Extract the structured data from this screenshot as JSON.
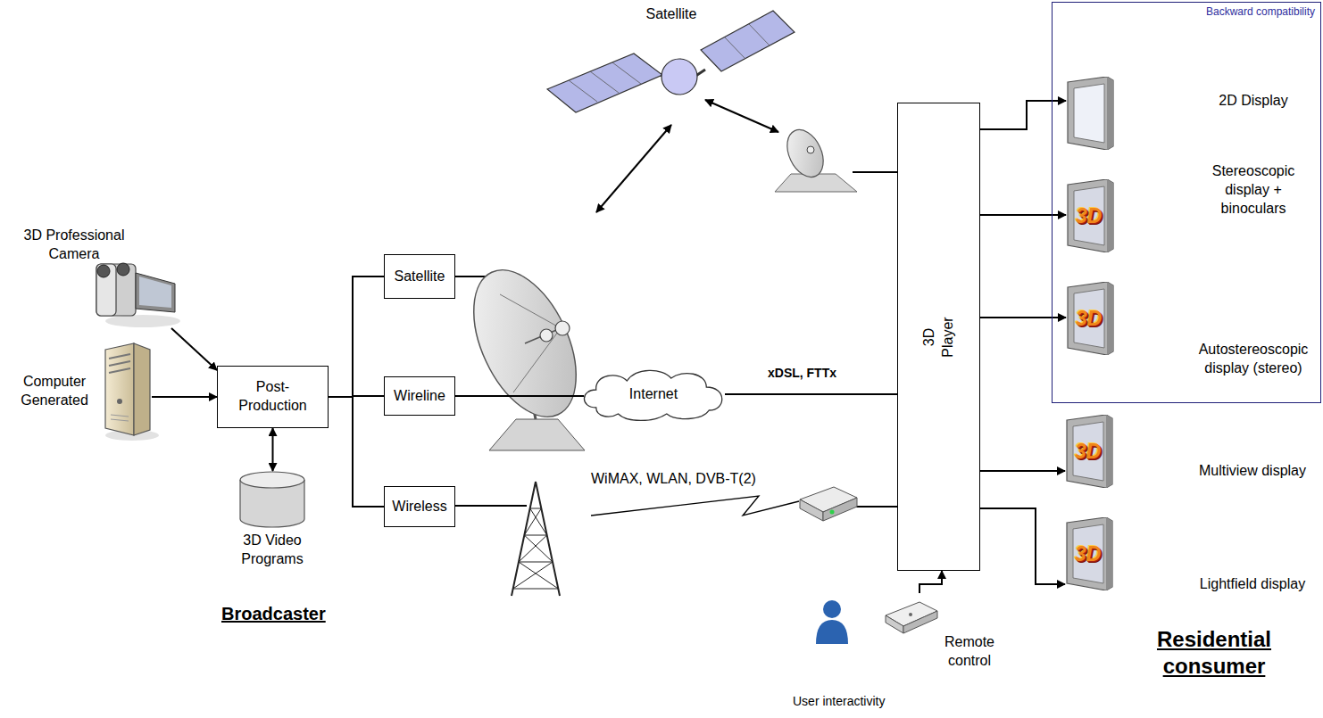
{
  "diagram": {
    "nodes": [
      {
        "text": [
          "Satellite"
        ]
      },
      {
        "text": [
          "Backward compatibility"
        ]
      },
      {
        "text": [
          "2D Display"
        ],
        "in": 1
      },
      {
        "text": [
          "3D",
          "Stereoscopic display + binoculars"
        ],
        "in": 1
      },
      {
        "text": [
          "3D",
          "Autostereoscopic display (stereo)"
        ],
        "in": 1
      },
      {
        "text": [
          "3D Professional Camera"
        ]
      },
      {
        "text": [
          "Computer Generated"
        ]
      },
      {
        "text": [
          "Satellite"
        ]
      },
      {
        "text": [
          "Post- Production"
        ]
      },
      {
        "text": [
          "Wireline"
        ]
      },
      {
        "text": [
          "Internet"
        ]
      },
      {
        "text": [
          "3D Player"
        ]
      },
      {
        "text": [
          "Wireless"
        ]
      },
      {
        "text": [
          "3D",
          "Multiview display"
        ]
      },
      {
        "text": [
          "3D",
          "Lightfield display"
        ]
      },
      {
        "text": [
          "3D Video Programs"
        ]
      },
      {
        "text": [
          "Remote control"
        ]
      }
    ],
    "edges": [
      {
        "from": 5,
        "to": 8,
        "arrow": "to"
      },
      {
        "from": 6,
        "to": 8,
        "arrow": "to"
      },
      {
        "from": 8,
        "to": 15,
        "arrow": "both"
      },
      {
        "from": 8,
        "to": 7,
        "arrow": "none"
      },
      {
        "from": 8,
        "to": 9,
        "arrow": "none"
      },
      {
        "from": 8,
        "to": 12,
        "arrow": "none"
      },
      {
        "from": 9,
        "to": 10,
        "arrow": "none"
      },
      {
        "from": 10,
        "to": 11,
        "arrow": "none",
        "label": "xDSL, FTTx"
      },
      {
        "from": 11,
        "to": 2,
        "arrow": "to"
      },
      {
        "from": 11,
        "to": 3,
        "arrow": "to"
      },
      {
        "from": 11,
        "to": 4,
        "arrow": "to"
      },
      {
        "from": 11,
        "to": 13,
        "arrow": "to"
      },
      {
        "from": 11,
        "to": 14,
        "arrow": "to"
      },
      {
        "from": 16,
        "to": 11,
        "arrow": "to"
      }
    ],
    "labels": [
      "WiMAX, WLAN, DVB-T(2)",
      "Broadcaster",
      "Residential consumer",
      "User interactivity"
    ]
  }
}
